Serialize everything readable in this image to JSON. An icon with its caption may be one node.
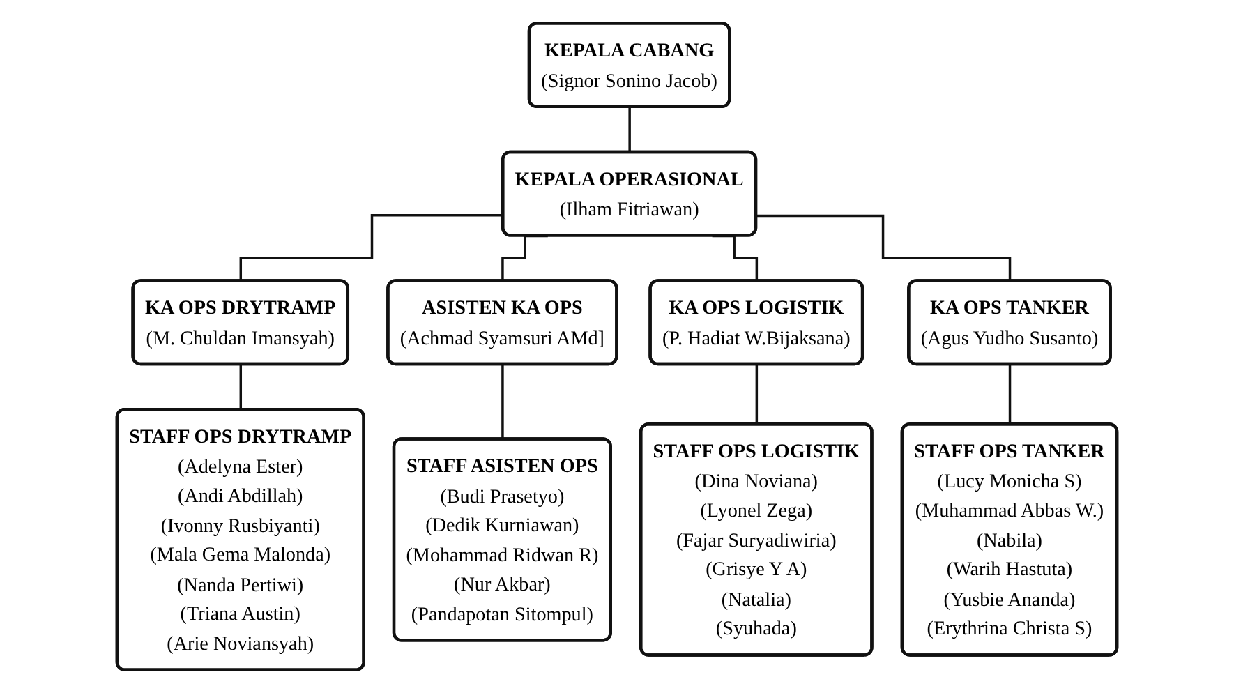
{
  "diagram": {
    "nodes": [
      {
        "text": [
          "KEPALA CABANG",
          "(Signor Sonino Jacob)"
        ]
      },
      {
        "text": [
          "KEPALA OPERASIONAL",
          "(Ilham Fitriawan)"
        ]
      },
      {
        "text": [
          "KA OPS DRYTRAMP",
          "(M. Chuldan Imansyah)"
        ]
      },
      {
        "text": [
          "ASISTEN KA OPS",
          "(Achmad Syamsuri AMd]"
        ]
      },
      {
        "text": [
          "KA OPS LOGISTIK",
          "(P. Hadiat W.Bijaksana)"
        ]
      },
      {
        "text": [
          "KA OPS TANKER",
          "(Agus Yudho Susanto)"
        ]
      },
      {
        "text": [
          "STAFF OPS DRYTRAMP",
          "(Adelyna Ester)",
          "(Andi Abdillah)",
          "(Ivonny Rusbiyanti)",
          "(Mala Gema Malonda)",
          "(Nanda Pertiwi)",
          "(Triana Austin)",
          "(Arie Noviansyah)"
        ]
      },
      {
        "text": [
          "STAFF ASISTEN OPS",
          "(Budi Prasetyo)",
          "(Dedik Kurniawan)",
          "(Mohammad Ridwan R)",
          "(Nur Akbar)",
          "(Pandapotan Sitompul)"
        ]
      },
      {
        "text": [
          "STAFF OPS LOGISTIK",
          "(Dina Noviana)",
          "(Lyonel Zega)",
          "(Fajar Suryadiwiria)",
          "(Grisye Y A)",
          "(Natalia)",
          "(Syuhada)"
        ]
      },
      {
        "text": [
          "STAFF OPS TANKER",
          "(Lucy Monicha S)",
          "(Muhammad Abbas W.)",
          "(Nabila)",
          "(Warih Hastuta)",
          "(Yusbie Ananda)",
          "(Erythrina Christa S)"
        ]
      }
    ],
    "edges": [
      {
        "from": 0,
        "to": 1,
        "arrow": "none"
      },
      {
        "from": 1,
        "to": 2,
        "arrow": "none"
      },
      {
        "from": 1,
        "to": 3,
        "arrow": "none"
      },
      {
        "from": 1,
        "to": 4,
        "arrow": "none"
      },
      {
        "from": 1,
        "to": 5,
        "arrow": "none"
      },
      {
        "from": 2,
        "to": 6,
        "arrow": "none"
      },
      {
        "from": 3,
        "to": 7,
        "arrow": "none"
      },
      {
        "from": 4,
        "to": 8,
        "arrow": "none"
      },
      {
        "from": 5,
        "to": 9,
        "arrow": "none"
      }
    ]
  }
}
